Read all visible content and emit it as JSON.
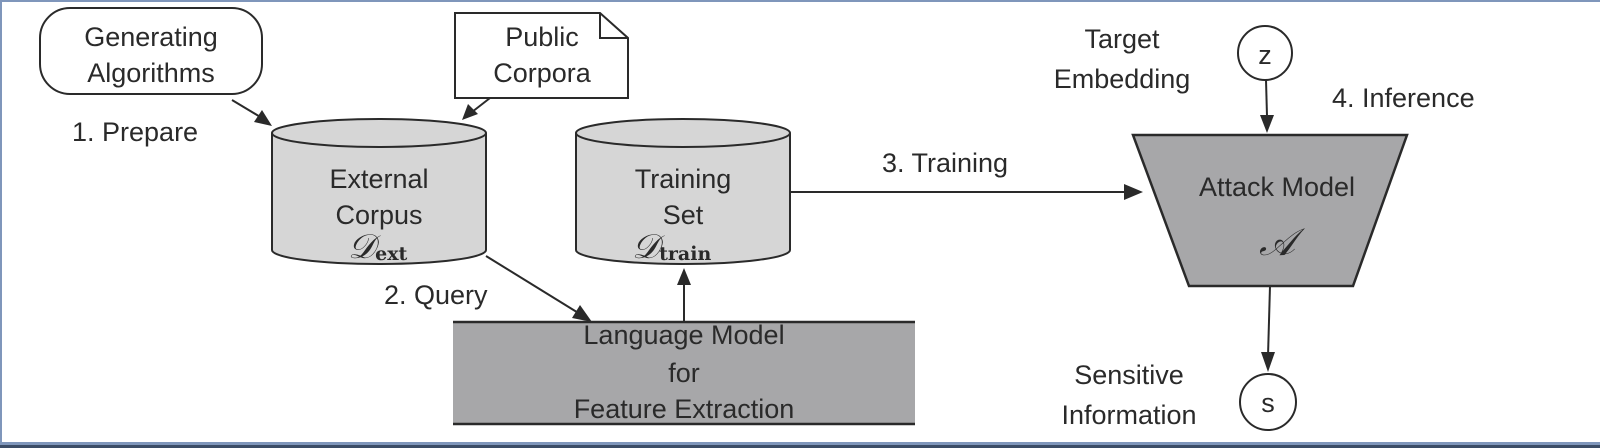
{
  "diagram": {
    "nodes": {
      "generating_algorithms": {
        "lines": [
          "Generating",
          "Algorithms"
        ],
        "shape": "rounded-rectangle"
      },
      "public_corpora": {
        "lines": [
          "Public",
          "Corpora"
        ],
        "shape": "document"
      },
      "external_corpus": {
        "lines": [
          "External",
          "Corpus"
        ],
        "symbol": "𝒟",
        "subscript": "ext",
        "shape": "cylinder"
      },
      "training_set": {
        "lines": [
          "Training",
          "Set"
        ],
        "symbol": "𝒟",
        "subscript": "train",
        "shape": "cylinder"
      },
      "language_model": {
        "lines": [
          "Language Model",
          "for",
          "Feature Extraction"
        ],
        "shape": "band"
      },
      "attack_model": {
        "lines": [
          "Attack Model"
        ],
        "symbol": "𝒜",
        "shape": "trapezoid"
      },
      "target_embedding": {
        "lines": [
          "Target",
          "Embedding"
        ],
        "symbol": "z",
        "shape": "circle"
      },
      "sensitive_information": {
        "lines": [
          "Sensitive",
          "Information"
        ],
        "symbol": "s",
        "shape": "circle"
      }
    },
    "steps": {
      "prepare": "1. Prepare",
      "query": "2. Query",
      "training": "3. Training",
      "inference": "4. Inference"
    },
    "edges": [
      {
        "from": "generating_algorithms",
        "to": "external_corpus"
      },
      {
        "from": "public_corpora",
        "to": "external_corpus"
      },
      {
        "from": "external_corpus",
        "to": "language_model"
      },
      {
        "from": "language_model",
        "to": "training_set"
      },
      {
        "from": "training_set",
        "to": "attack_model"
      },
      {
        "from": "target_embedding",
        "to": "attack_model"
      },
      {
        "from": "attack_model",
        "to": "sensitive_information"
      }
    ],
    "colors": {
      "cylinder_fill": "#d6d6d6",
      "dark_fill": "#a7a7a9",
      "stroke": "#2a2a2a",
      "frame": "#7f96bb"
    }
  }
}
